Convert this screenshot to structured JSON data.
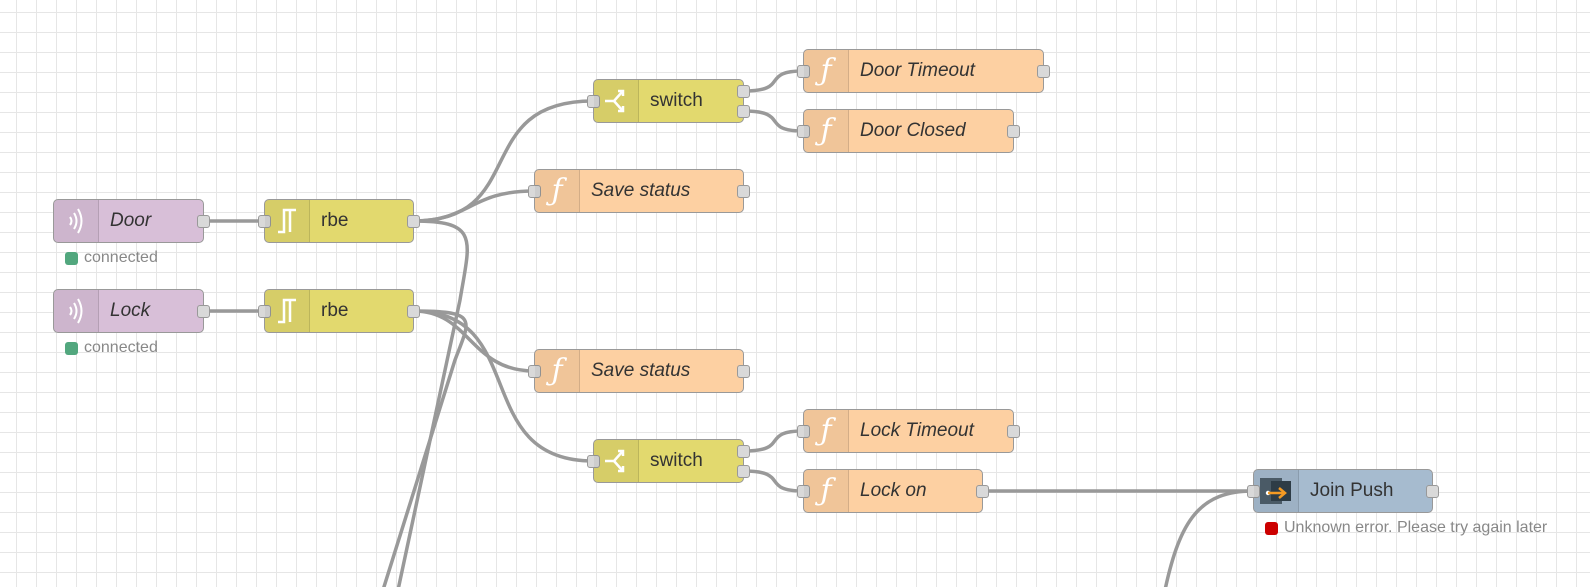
{
  "colors": {
    "mqtt": "#d8bfd8",
    "rbe": "#e2d96e",
    "switch": "#e2d96e",
    "function": "#fdd0a2",
    "joinpush": "#a6bbcf",
    "wire": "#999999",
    "status_ok": "#52a77e",
    "status_error": "#cc0000"
  },
  "nodes": {
    "door_in": {
      "label": "Door",
      "icon": "mqtt-icon",
      "status": "connected"
    },
    "lock_in": {
      "label": "Lock",
      "icon": "mqtt-icon",
      "status": "connected"
    },
    "rbe_door": {
      "label": "rbe",
      "icon": "rbe-icon"
    },
    "rbe_lock": {
      "label": "rbe",
      "icon": "rbe-icon"
    },
    "switch_door": {
      "label": "switch",
      "icon": "switch-icon"
    },
    "switch_lock": {
      "label": "switch",
      "icon": "switch-icon"
    },
    "door_timeout": {
      "label": "Door Timeout",
      "icon": "function-icon"
    },
    "door_closed": {
      "label": "Door Closed",
      "icon": "function-icon"
    },
    "save_status_1": {
      "label": "Save status",
      "icon": "function-icon"
    },
    "save_status_2": {
      "label": "Save status",
      "icon": "function-icon"
    },
    "lock_timeout": {
      "label": "Lock Timeout",
      "icon": "function-icon"
    },
    "lock_on": {
      "label": "Lock on",
      "icon": "function-icon"
    },
    "join_push": {
      "label": "Join Push",
      "icon": "join-push-icon",
      "status": "Unknown error. Please try again later"
    }
  }
}
